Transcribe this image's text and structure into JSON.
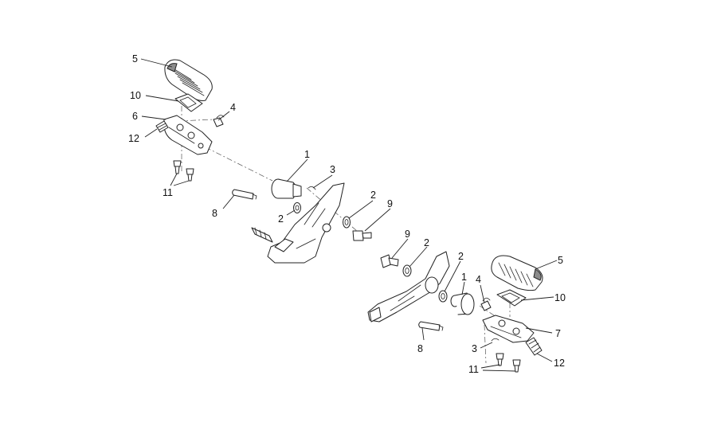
{
  "colors": {
    "line": "#222222",
    "background": "#ffffff",
    "rubber_dark": "#8c8c8c"
  },
  "callouts": {
    "c1a": "1",
    "c1b": "1",
    "c2a": "2",
    "c2b": "2",
    "c2c": "2",
    "c2d": "2",
    "c3a": "3",
    "c3b": "3",
    "c4a": "4",
    "c4b": "4",
    "c5a": "5",
    "c5b": "5",
    "c6": "6",
    "c7": "7",
    "c8a": "8",
    "c8b": "8",
    "c9a": "9",
    "c9b": "9",
    "c10a": "10",
    "c10b": "10",
    "c11a": "11",
    "c11b": "11",
    "c12a": "12",
    "c12b": "12"
  }
}
